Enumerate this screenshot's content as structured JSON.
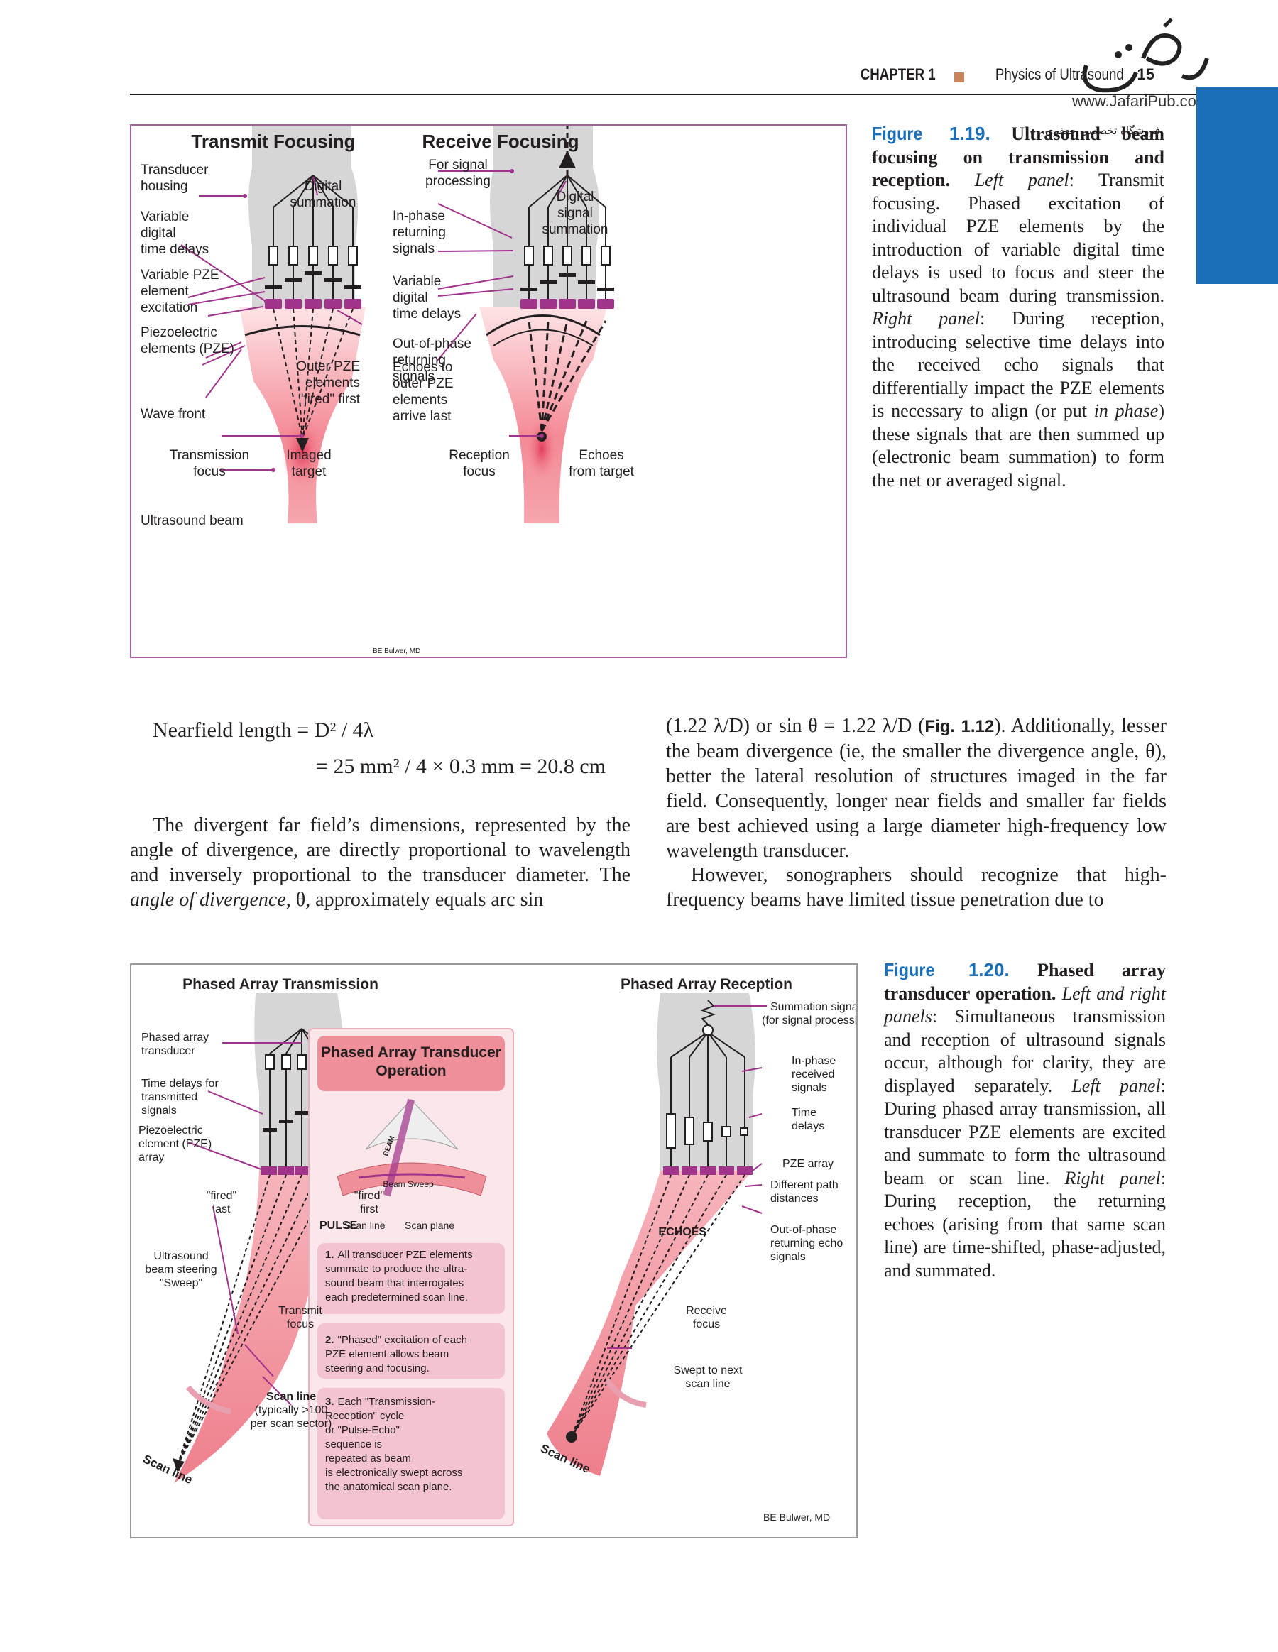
{
  "header": {
    "chapter": "CHAPTER 1",
    "title": "Physics of Ultrasound",
    "page_number": "15",
    "logo_url": "www.JafariPub.com",
    "logo_tagline": "فروشگاه تخصصی جعفری"
  },
  "figure1": {
    "left_title": "Transmit Focusing",
    "right_title": "Receive Focusing",
    "left_labels": {
      "housing": [
        "Transducer",
        "housing"
      ],
      "digital_sum": [
        "Digital",
        "summation"
      ],
      "delays": [
        "Variable",
        "digital",
        "time delays"
      ],
      "pze_excite": [
        "Variable PZE",
        "element",
        "excitation"
      ],
      "piezo": [
        "Piezoelectric",
        "elements (PZE)"
      ],
      "outer": [
        "Outer PZE",
        "elements",
        "\"fired\" first"
      ],
      "wavefront": "Wave front",
      "tx_focus": [
        "Transmission",
        "focus"
      ],
      "imaged": [
        "Imaged",
        "target"
      ],
      "beam": "Ultrasound beam"
    },
    "right_labels": {
      "signal_proc": [
        "For signal",
        "processing"
      ],
      "in_phase": [
        "In-phase",
        "returning",
        "signals"
      ],
      "digital_sum": [
        "Digital",
        "signal",
        "summation"
      ],
      "delays": [
        "Variable",
        "digital",
        "time delays"
      ],
      "out_phase": [
        "Out-of-phase",
        "returning",
        "signals"
      ],
      "echoes_outer": [
        "Echoes to",
        "outer PZE",
        "elements",
        "arrive last"
      ],
      "rx_focus": [
        "Reception",
        "focus"
      ],
      "echoes_target": [
        "Echoes",
        "from target"
      ]
    },
    "credit": "BE Bulwer, MD"
  },
  "caption1": {
    "label": "Figure",
    "number": "1.19.",
    "title": "Ultrasound beam focusing on transmission and reception.",
    "left_panel": "Left panel",
    "text1": ": Transmit focusing. Phased excitation of individual PZE elements by the introduction of variable digital time delays is used to focus and steer the ultrasound beam during transmission. ",
    "right_panel": "Right panel",
    "text2": ": During reception, introducing selective time delays into the received echo signals that differentially impact the PZE elements is necessary to align (or put ",
    "in_phase": "in phase",
    "text3": ") these signals that are then summed up (electronic beam summation) to form the net or averaged signal."
  },
  "equation": {
    "line1": "Nearfield length = D² / 4λ",
    "line2": "= 25 mm² / 4 × 0.3 mm = 20.8 cm"
  },
  "body": {
    "col1_a": "The divergent far field’s dimensions, represented by the angle of divergence, are directly proportional to wavelength and inversely proportional to the transducer diameter. The ",
    "col1_em": "angle of divergence",
    "col1_b": ", θ, approximately equals arc sin",
    "col2_a": "(1.22 λ/D) or sin θ = 1.22 λ/D (",
    "col2_ref": "Fig. 1.12",
    "col2_b": "). Additionally, lesser the beam divergence (ie, the smaller the divergence angle, θ), better the lateral resolution of structures imaged in the far field. Consequently, longer near fields and smaller far fields are best achieved using a large diameter high-frequency low wavelength transducer.",
    "col2_c": "However, sonographers should recognize that high-frequency beams have limited tissue penetration due to"
  },
  "figure2": {
    "left_title": "Phased Array Transmission",
    "right_title": "Phased Array Reception",
    "center_title": [
      "Phased Array Transducer",
      "Operation"
    ],
    "center_beam": "BEAM",
    "center_sweep": "Beam Sweep",
    "center_scanline": "Scan line",
    "center_scanplane": "Scan plane",
    "step1_num": "1.",
    "step1": [
      "All transducer PZE elements",
      "summate to produce the ultra-",
      "sound beam that interrogates",
      "each predetermined scan line."
    ],
    "step2_num": "2.",
    "step2": [
      "\"Phased\" excitation of each",
      "PZE element allows beam",
      "steering and focusing."
    ],
    "step3_num": "3.",
    "step3": [
      "Each \"Transmission-",
      "Reception\" cycle",
      "or \"Pulse-Echo\"",
      "sequence is",
      "repeated as beam",
      "is electronically swept across",
      "the anatomical scan plane."
    ],
    "left_labels": {
      "transducer": [
        "Phased array",
        "transducer"
      ],
      "delays": [
        "Time delays for",
        "transmitted",
        "signals"
      ],
      "piezo": [
        "Piezoelectric",
        "element (PZE)",
        "array"
      ],
      "fired_last": [
        "\"fired\"",
        "last"
      ],
      "fired_first": [
        "\"fired\"",
        "first"
      ],
      "pulse": "PULSE",
      "steering": [
        "Ultrasound",
        "beam steering",
        "\"Sweep\""
      ],
      "tx_focus": [
        "Transmit",
        "focus"
      ],
      "scanline_title": "Scan line",
      "scanline_sub": [
        "(typically >100",
        "per scan sector)"
      ],
      "scanline_diag": "Scan line"
    },
    "right_labels": {
      "summation": [
        "Summation signal",
        "(for signal processing)"
      ],
      "in_phase": [
        "In-phase",
        "received",
        "signals"
      ],
      "delays": [
        "Time",
        "delays"
      ],
      "pze": "PZE array",
      "path": [
        "Different path",
        "distances"
      ],
      "echoes": "ECHOES",
      "out_phase": [
        "Out-of-phase",
        "returning echo",
        "signals"
      ],
      "rx_focus": [
        "Receive",
        "focus"
      ],
      "swept": [
        "Swept to next",
        "scan line"
      ],
      "scanline_diag": "Scan line"
    },
    "credit": "BE  Bulwer, MD"
  },
  "caption2": {
    "label": "Figure",
    "number": "1.20.",
    "title": "Phased array transducer operation.",
    "panels": "Left and right panels",
    "text1": ": Simultaneous transmission and reception of ultrasound signals occur, although for clarity, they are displayed separately. ",
    "left_panel": "Left panel",
    "text2": ": During phased array transmission, all transducer PZE elements are excited and summate to form the ultrasound beam or scan line. ",
    "right_panel": "Right panel",
    "text3": ": During reception, the returning echoes (arising from that same scan line) are time-shifted, phase-adjusted, and summated."
  },
  "colors": {
    "accent_blue": "#1a6fb8",
    "magenta": "#a0338a",
    "beam_pink": "#ef8f99",
    "housing_gray": "#d4d4d4"
  }
}
